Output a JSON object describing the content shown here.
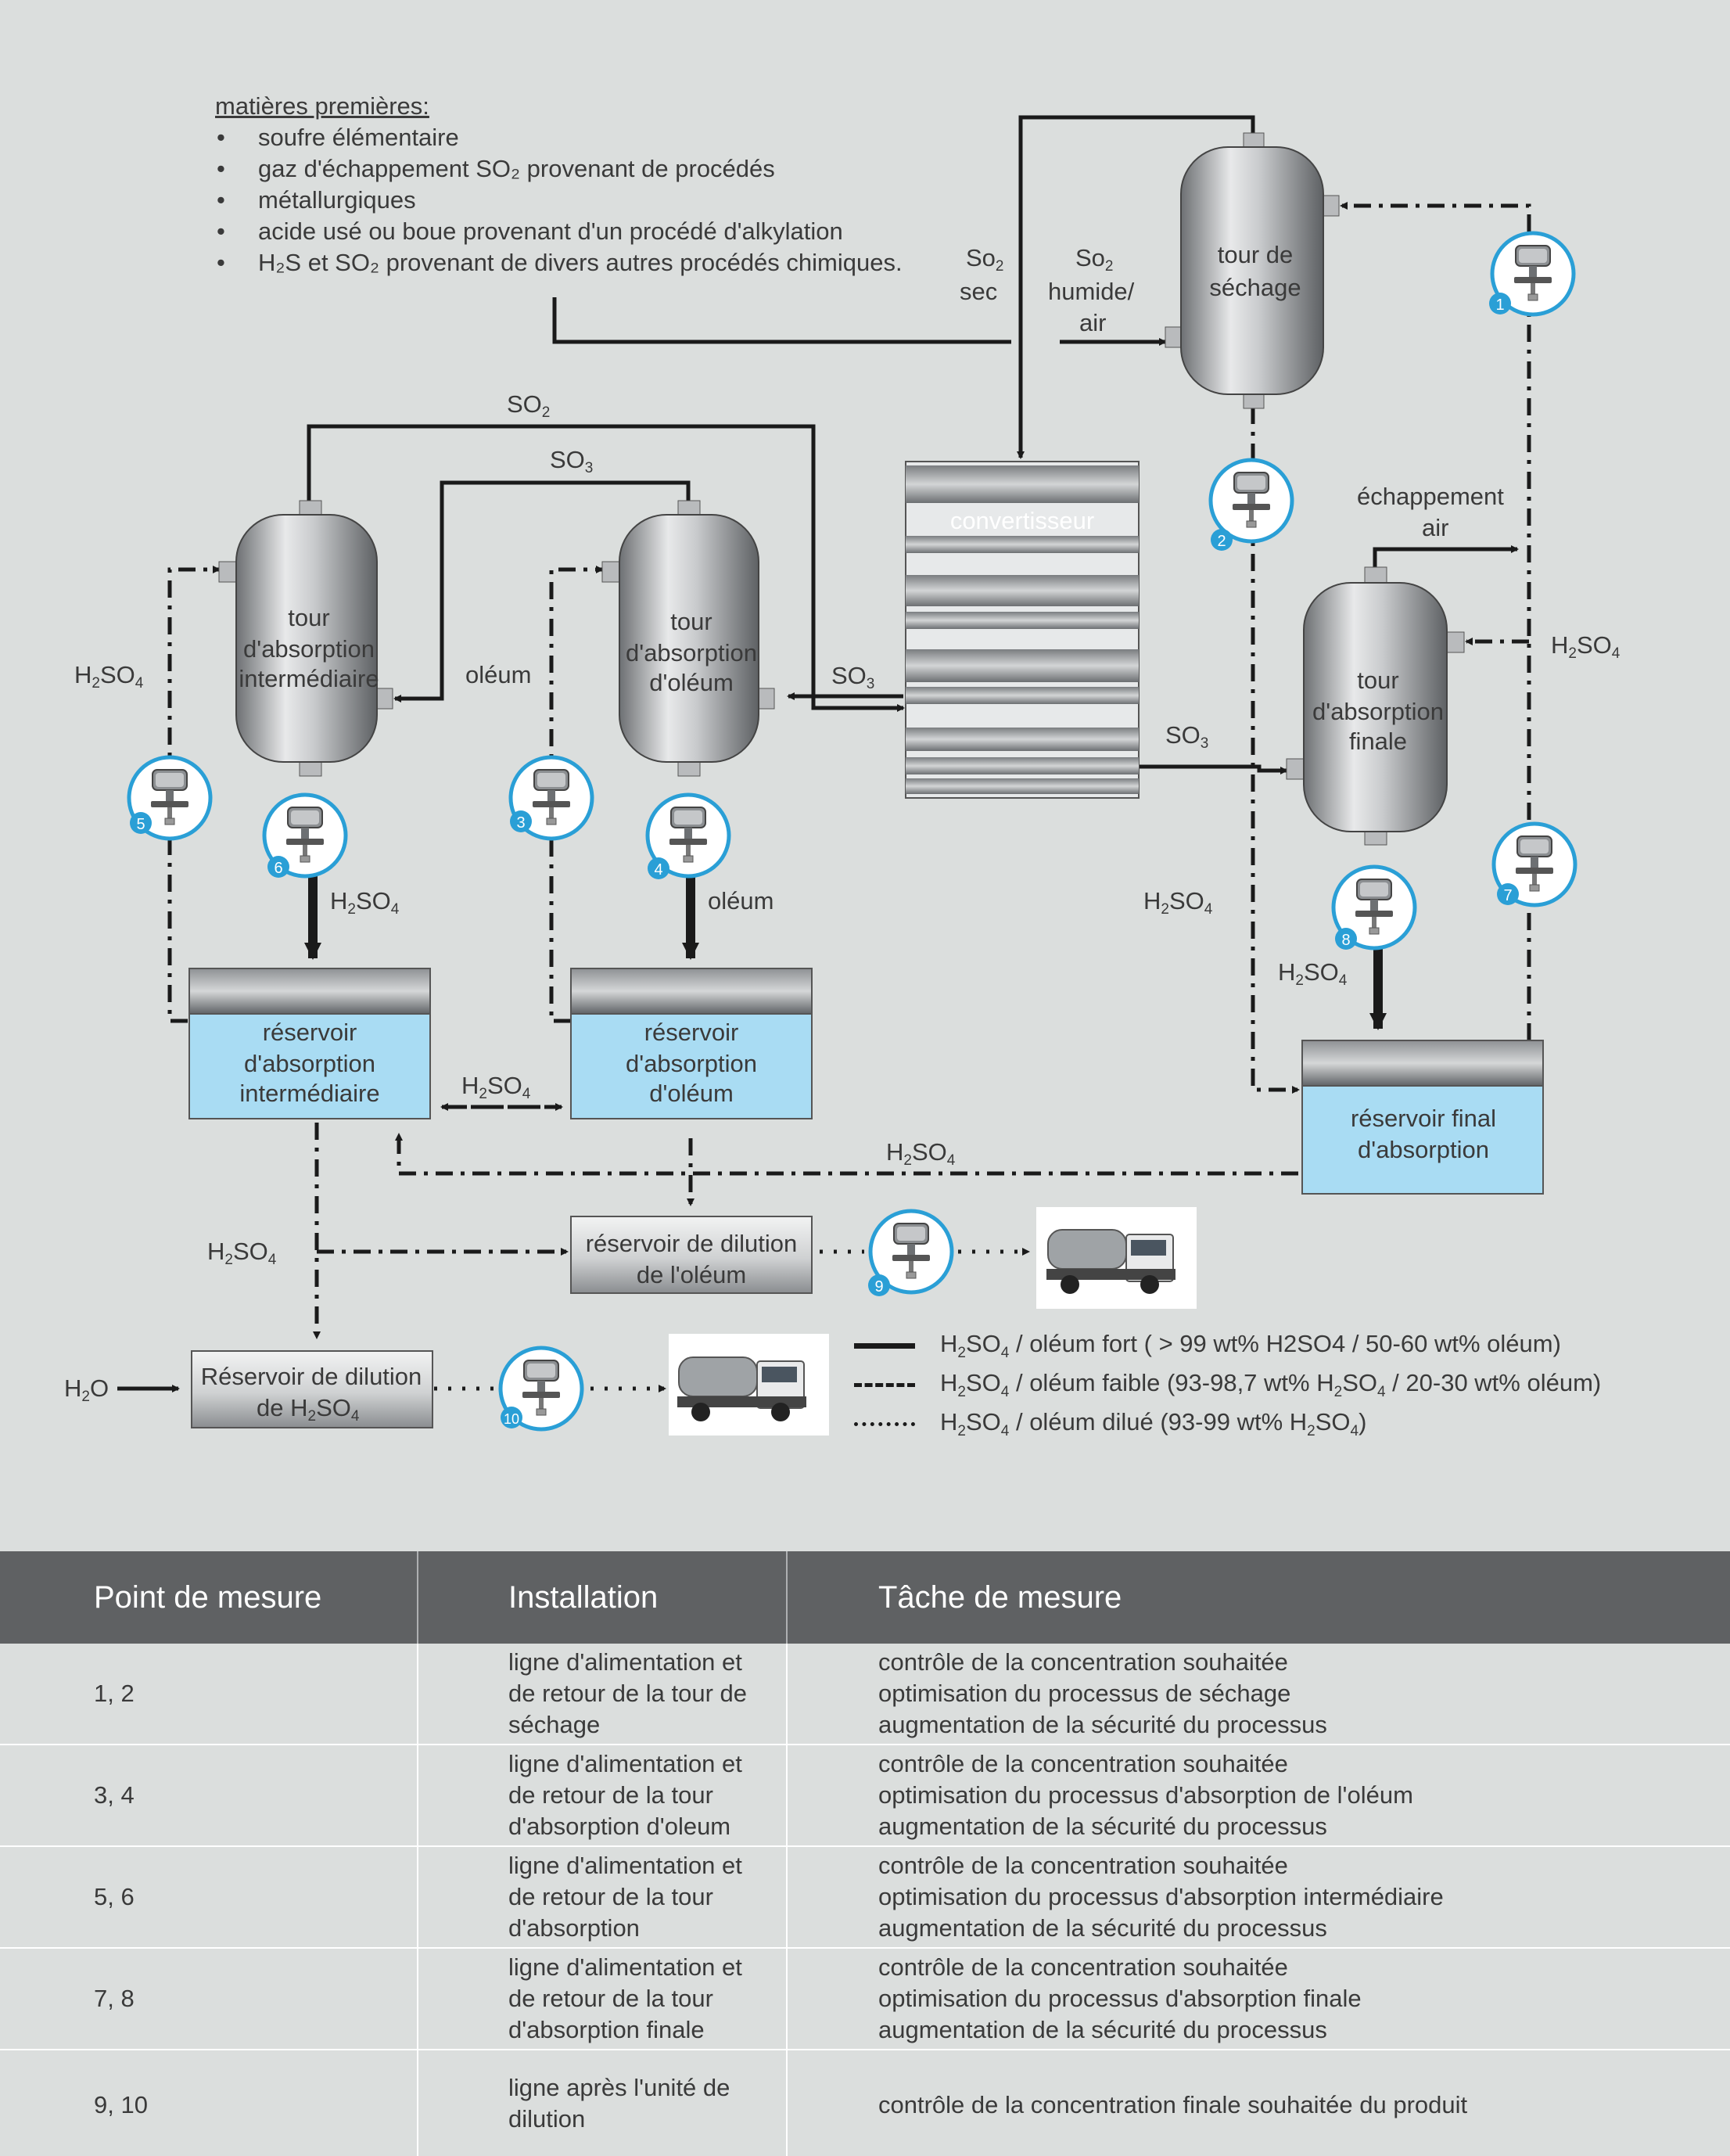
{
  "raw_materials": {
    "title": "matières premières:",
    "items": [
      "soufre élémentaire",
      "gaz d'échappement SO₂ provenant de procédés",
      "métallurgiques",
      "acide usé ou boue provenant d'un procédé d'alkylation",
      "H₂S et SO₂ provenant de divers autres procédés chimiques."
    ]
  },
  "units": {
    "drying_tower": [
      "tour de",
      "séchage"
    ],
    "converter": "convertisseur",
    "int_tower": [
      "tour",
      "d'absorption",
      "intermédiaire"
    ],
    "oleum_tower": [
      "tour",
      "d'absorption",
      "d'oléum"
    ],
    "final_tower": [
      "tour",
      "d'absorption",
      "finale"
    ],
    "int_tank": [
      "réservoir",
      "d'absorption",
      "intermédiaire"
    ],
    "oleum_tank": [
      "réservoir",
      "d'absorption",
      "d'oléum"
    ],
    "final_tank": [
      "réservoir final",
      "d'absorption"
    ],
    "oleum_dilution": [
      "réservoir de dilution",
      "de l'oléum"
    ],
    "h2so4_dilution": [
      "Réservoir de dilution",
      "de H",
      "2",
      "SO",
      "4"
    ]
  },
  "labels": {
    "so2_dry": [
      "So",
      "2",
      "sec"
    ],
    "so2_wet": [
      "So",
      "2",
      "humide/",
      "air"
    ],
    "so2": [
      "SO",
      "2"
    ],
    "so3": [
      "SO",
      "3"
    ],
    "h2so4": [
      "H",
      "2",
      "SO",
      "4"
    ],
    "oleum": "oléum",
    "exhaust": [
      "échappement",
      "air"
    ],
    "h2o": [
      "H",
      "2",
      "O"
    ]
  },
  "sensors": [
    "1",
    "2",
    "3",
    "4",
    "5",
    "6",
    "7",
    "8",
    "9",
    "10"
  ],
  "legend": [
    {
      "style": "solid",
      "parts": [
        "H",
        "2",
        "SO",
        "4",
        "/ oléum fort ( > 99 wt% H2SO4 / 50-60 wt% oléum)"
      ]
    },
    {
      "style": "dashdot",
      "parts": [
        "H",
        "2",
        "SO",
        "4",
        "/ oléum faible (93-98,7 wt% H",
        "2",
        "SO",
        "4",
        " / 20-30 wt% oléum)"
      ]
    },
    {
      "style": "dotted",
      "parts": [
        "H",
        "2",
        "SO",
        "4",
        "/ oléum dilué (93-99 wt% H",
        "2",
        "SO",
        "4",
        ")"
      ]
    }
  ],
  "table": {
    "headers": [
      "Point de mesure",
      "Installation",
      "Tâche de mesure"
    ],
    "rows": [
      {
        "point": "1, 2",
        "installation": [
          "ligne d'alimentation et",
          "de retour de la tour de",
          "séchage"
        ],
        "task": [
          "contrôle de la concentration souhaitée",
          "optimisation du processus de séchage",
          "augmentation de la sécurité du processus"
        ]
      },
      {
        "point": "3, 4",
        "installation": [
          "ligne d'alimentation et",
          "de retour de la tour",
          "d'absorption d'oleum"
        ],
        "task": [
          "contrôle de la concentration souhaitée",
          "optimisation du processus d'absorption de l'oléum",
          "augmentation de la sécurité du processus"
        ]
      },
      {
        "point": "5, 6",
        "installation": [
          "ligne d'alimentation et",
          "de retour de la tour",
          "d'absorption"
        ],
        "task": [
          "contrôle de la concentration souhaitée",
          "optimisation du processus d'absorption intermédiaire",
          "augmentation de la sécurité du processus"
        ]
      },
      {
        "point": "7, 8",
        "installation": [
          "ligne d'alimentation et",
          "de retour de la tour",
          "d'absorption finale"
        ],
        "task": [
          "contrôle de la concentration souhaitée",
          "optimisation du processus d'absorption finale",
          "augmentation de la sécurité du processus"
        ]
      },
      {
        "point": "9, 10",
        "installation": [
          "ligne après l'unité de",
          "dilution"
        ],
        "task": [
          "contrôle de la concentration finale souhaitée du produit"
        ]
      }
    ]
  },
  "colors": {
    "background": "#dbdedd",
    "tank_liquid": "#a9dcf3",
    "sensor_ring": "#2a9fd6",
    "table_header": "#5f6163",
    "line": "#1a1a1a"
  }
}
